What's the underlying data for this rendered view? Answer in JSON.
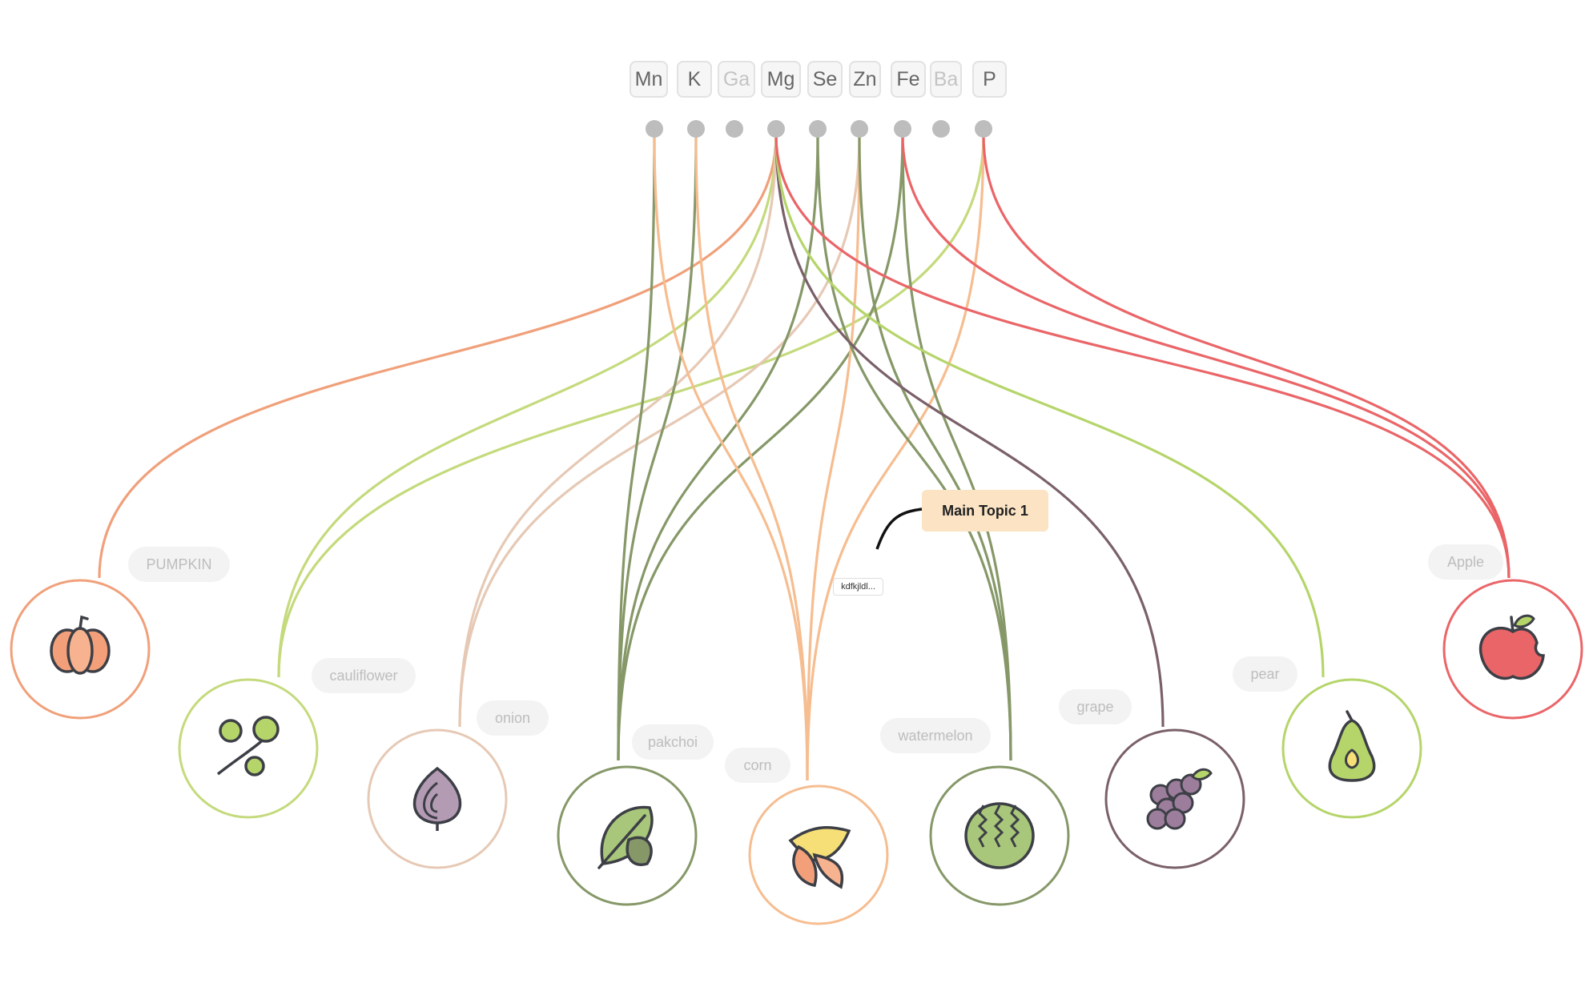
{
  "elements": [
    {
      "label": "Mn",
      "dim": false
    },
    {
      "label": "K",
      "dim": false
    },
    {
      "label": "Ga",
      "dim": true
    },
    {
      "label": "Mg",
      "dim": false
    },
    {
      "label": "Se",
      "dim": false
    },
    {
      "label": "Zn",
      "dim": false
    },
    {
      "label": "Fe",
      "dim": false
    },
    {
      "label": "Ba",
      "dim": true
    },
    {
      "label": "P",
      "dim": false
    }
  ],
  "foods": [
    {
      "label": "PUMPKIN",
      "icon": "pumpkin-icon",
      "color": "#f0a07a"
    },
    {
      "label": "cauliflower",
      "icon": "cauliflower-icon",
      "color": "#c4da7c"
    },
    {
      "label": "onion",
      "icon": "onion-icon",
      "color": "#e6c9b5"
    },
    {
      "label": "pakchoi",
      "icon": "pakchoi-icon",
      "color": "#869868"
    },
    {
      "label": "corn",
      "icon": "corn-icon",
      "color": "#f6bd90"
    },
    {
      "label": "watermelon",
      "icon": "watermelon-icon",
      "color": "#869868"
    },
    {
      "label": "grape",
      "icon": "grape-icon",
      "color": "#7a6069"
    },
    {
      "label": "pear",
      "icon": "pear-icon",
      "color": "#b5d56a"
    },
    {
      "label": "Apple",
      "icon": "apple-icon",
      "color": "#ea6568"
    }
  ],
  "links": [
    {
      "from": "Mg",
      "to": "PUMPKIN"
    },
    {
      "from": "Mg",
      "to": "cauliflower"
    },
    {
      "from": "P",
      "to": "cauliflower"
    },
    {
      "from": "Zn",
      "to": "onion"
    },
    {
      "from": "Mg",
      "to": "onion"
    },
    {
      "from": "Mn",
      "to": "pakchoi"
    },
    {
      "from": "K",
      "to": "pakchoi"
    },
    {
      "from": "Se",
      "to": "pakchoi"
    },
    {
      "from": "Fe",
      "to": "pakchoi"
    },
    {
      "from": "Mn",
      "to": "corn"
    },
    {
      "from": "K",
      "to": "corn"
    },
    {
      "from": "Zn",
      "to": "corn"
    },
    {
      "from": "P",
      "to": "corn"
    },
    {
      "from": "Se",
      "to": "watermelon"
    },
    {
      "from": "Zn",
      "to": "watermelon"
    },
    {
      "from": "Fe",
      "to": "watermelon"
    },
    {
      "from": "Mg",
      "to": "grape"
    },
    {
      "from": "Mg",
      "to": "pear"
    },
    {
      "from": "Mg",
      "to": "Apple"
    },
    {
      "from": "Fe",
      "to": "Apple"
    },
    {
      "from": "P",
      "to": "Apple"
    }
  ],
  "topic": {
    "label": "Main Topic 1"
  },
  "note": {
    "label": "kdfkjldl..."
  },
  "colors": {
    "node_dot": "#bdbdbd",
    "chip_border": "#e2e2e2",
    "chip_bg": "#f6f6f6",
    "icon_outline": "#3d3f46"
  }
}
